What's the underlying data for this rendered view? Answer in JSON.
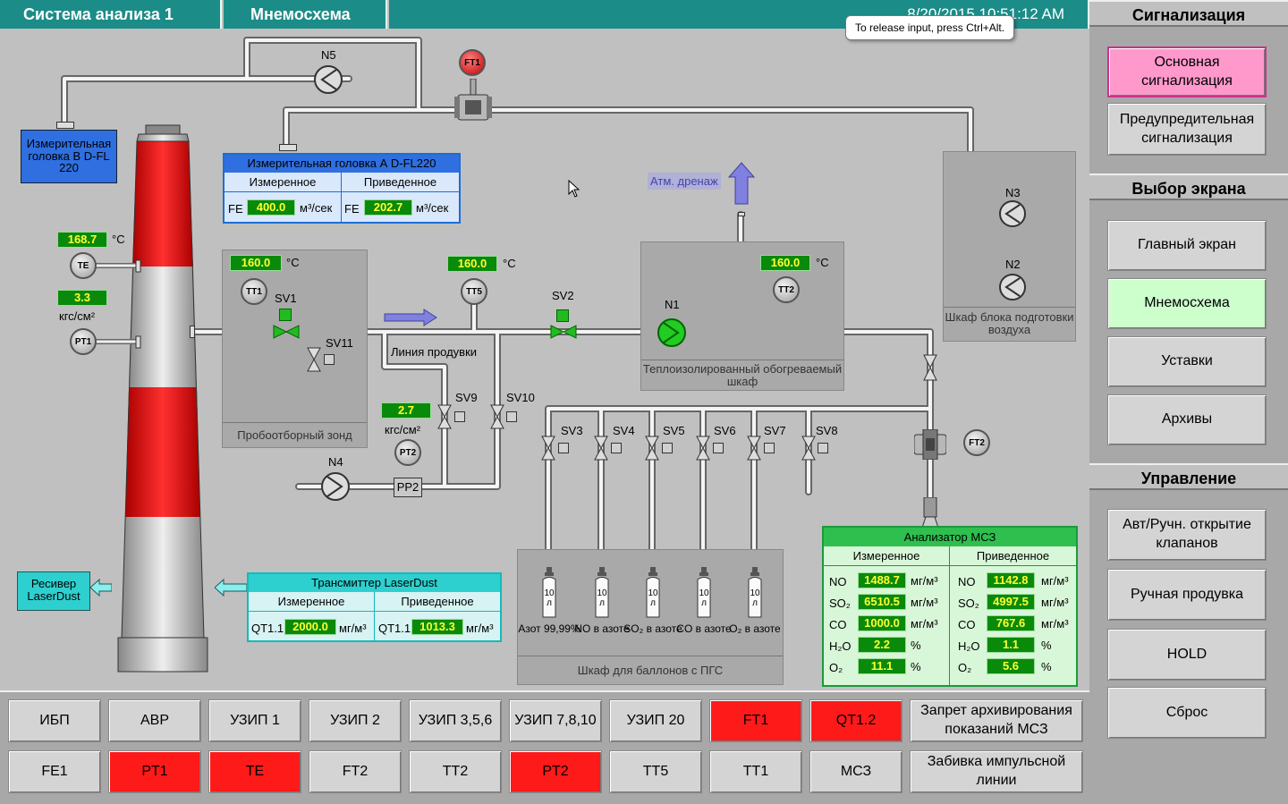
{
  "header": {
    "app_title": "Система анализа 1",
    "screen_title": "Мнемосхема",
    "datetime": "8/20/2015 10:51:12 AM"
  },
  "tooltip": "To release input, press Ctrl+Alt.",
  "right_panel": {
    "alarms_title": "Сигнализация",
    "alarm_main": "Основная сигнализация",
    "alarm_warn": "Предупредительная сигнализация",
    "screen_title": "Выбор экрана",
    "screens": [
      "Главный экран",
      "Мнемосхема",
      "Уставки",
      "Архивы"
    ],
    "control_title": "Управление",
    "controls": [
      "Авт/Ручн. открытие клапанов",
      "Ручная продувка",
      "HOLD",
      "Сброс"
    ]
  },
  "bottom_buttons_row1": [
    "ИБП",
    "АВР",
    "УЗИП 1",
    "УЗИП 2",
    "УЗИП 3,5,6",
    "УЗИП 7,8,10",
    "УЗИП 20",
    "FT1",
    "QT1.2",
    "Запрет архивирования показаний МСЗ"
  ],
  "bottom_buttons_row2": [
    "FE1",
    "PT1",
    "TE",
    "FT2",
    "TT2",
    "PT2",
    "TT5",
    "TT1",
    "МСЗ",
    "Забивка импульсной линии"
  ],
  "colors": {
    "header": "#1c8c88",
    "alarm": "#ff1a1a",
    "main_alarm": "#ff99cc",
    "active_screen": "#ccffcc",
    "value_bg": "#0a8a0a",
    "value_fg": "#ffff33"
  },
  "stack": {
    "te_value": "168.7",
    "te_unit": "°C",
    "te_tag": "TE",
    "pt1_value": "3.3",
    "pt1_unit": "кгс/см²",
    "pt1_tag": "PT1"
  },
  "head_b": {
    "label": "Измерительная головка В D-FL 220"
  },
  "head_a": {
    "title": "Измерительная головка А D-FL220",
    "col_meas": "Измеренное",
    "col_red": "Приведенное",
    "tag1": "FE",
    "val1": "400.0",
    "unit1": "м³/сек",
    "tag2": "FE",
    "val2": "202.7",
    "unit2": "м³/сек"
  },
  "probe": {
    "caption": "Пробоотборный зонд",
    "tt1_value": "160.0",
    "tt1_unit": "°C",
    "tt1_tag": "TT1"
  },
  "tt5": {
    "value": "160.0",
    "unit": "°C",
    "tag": "TT5"
  },
  "heated": {
    "caption": "Теплоизолированный обогреваемый шкаф",
    "tt2_value": "160.0",
    "tt2_unit": "°C",
    "tt2_tag": "TT2"
  },
  "atm": "Атм. дренаж",
  "air": {
    "caption": "Шкаф блока подготовки воздуха",
    "n3": "N3",
    "n2": "N2"
  },
  "pumps": {
    "n5": "N5",
    "n4": "N4",
    "n1": "N1"
  },
  "ft1": "FT1",
  "ft2": "FT2",
  "valves": {
    "sv1": "SV1",
    "sv11": "SV11",
    "sv2": "SV2",
    "sv9": "SV9",
    "sv10": "SV10",
    "sv3": "SV3",
    "sv4": "SV4",
    "sv5": "SV5",
    "sv6": "SV6",
    "sv7": "SV7",
    "sv8": "SV8"
  },
  "purge_line": "Линия продувки",
  "pt2": {
    "value": "2.7",
    "unit": "кгс/см²",
    "tag": "PT2",
    "pp2": "PP2"
  },
  "gas_cabinet": {
    "caption": "Шкаф для баллонов с ПГС",
    "bottle_label": "10 л",
    "bottles": [
      "Азот 99,99%",
      "NO в азоте",
      "SO₂ в азоте",
      "CO в азоте",
      "O₂ в азоте"
    ]
  },
  "receiver": "Ресивер LaserDust",
  "laserdust": {
    "title": "Трансмиттер LaserDust",
    "col_meas": "Измеренное",
    "col_red": "Приведенное",
    "tag1": "QT1.1",
    "val1": "2000.0",
    "unit1": "мг/м³",
    "tag2": "QT1.1",
    "val2": "1013.3",
    "unit2": "мг/м³"
  },
  "analyzer": {
    "title": "Анализатор МСЗ",
    "col_meas": "Измеренное",
    "col_red": "Приведенное",
    "rows": [
      {
        "name": "NO",
        "meas": "1488.7",
        "red": "1142.8",
        "unit": "мг/м³"
      },
      {
        "name": "SO₂",
        "meas": "6510.5",
        "red": "4997.5",
        "unit": "мг/м³"
      },
      {
        "name": "CO",
        "meas": "1000.0",
        "red": "767.6",
        "unit": "мг/м³"
      },
      {
        "name": "H₂O",
        "meas": "2.2",
        "red": "1.1",
        "unit": "%"
      },
      {
        "name": "O₂",
        "meas": "11.1",
        "red": "5.6",
        "unit": "%"
      }
    ]
  }
}
